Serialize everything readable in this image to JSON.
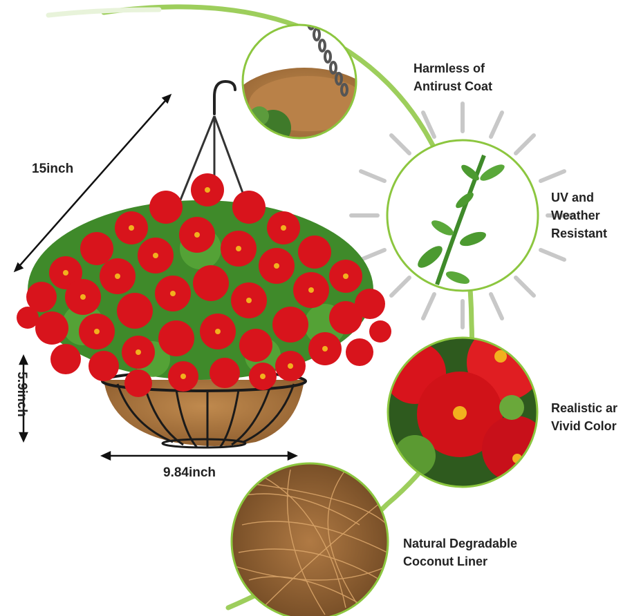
{
  "features": {
    "antirust": {
      "line1": "Harmless of",
      "line2": "Antirust Coat"
    },
    "uv": {
      "line1": "UV and",
      "line2": "Weather",
      "line3": "Resistant"
    },
    "color": {
      "line1": "Realistic ar",
      "line2": "Vivid Color"
    },
    "liner": {
      "line1": "Natural Degradable",
      "line2": "Coconut Liner"
    }
  },
  "dimensions": {
    "width": "15inch",
    "height": "5.9inch",
    "bottom": "9.84inch"
  },
  "colors": {
    "accent_green": "#8cc63f",
    "petal_red": "#d8141c",
    "flower_center": "#f2b01e",
    "coir_brown": "#a8703c",
    "frame_black": "#1a1a1a"
  }
}
